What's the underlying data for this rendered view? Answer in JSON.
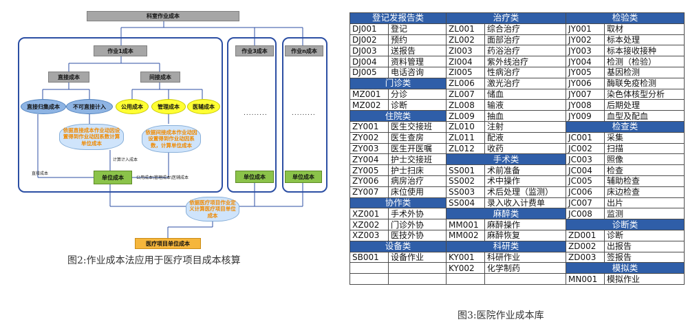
{
  "fig2": {
    "top_label": "科室作业成本",
    "job1": "作业1成本",
    "job3": "作业3成本",
    "jobn": "作业n成本",
    "direct": "直接成本",
    "indirect": "间接成本",
    "direct_alloc": "直接归集成本",
    "not_direct": "不可直接计入",
    "public": "公用成本",
    "manage": "管理成本",
    "aux": "医辅成本",
    "cloud_left": "依据直接成本作业动因设置得到作业动因系数计算单位成本",
    "cloud_right": "依据间接成本作业动因设置得到作业动因系数，计算单位成本",
    "cloud_bottom": "依据医疗项目作业定义计算医疗项目单位成本",
    "unit_cost": "单位成本",
    "note_calc": "计算计入成本",
    "note_direct": "直接成本",
    "note_shared": "公用成本\\管理成本\\医辅成本",
    "dots": ".........",
    "final": "医疗项目单位成本",
    "caption": "图2:作业成本法应用于医疗项目成本核算"
  },
  "fig3": {
    "caption": "图3:医院作业成本库",
    "rows": [
      [
        {
          "h": "登记发报告类"
        },
        {
          "h": "治疗类"
        },
        {
          "h": "检验类"
        }
      ],
      [
        {
          "c": "DJ001",
          "n": "登记"
        },
        {
          "c": "ZL001",
          "n": "综合治疗"
        },
        {
          "c": "JY001",
          "n": "取材"
        }
      ],
      [
        {
          "c": "DJ002",
          "n": "预约"
        },
        {
          "c": "ZL002",
          "n": "面部治疗"
        },
        {
          "c": "JY002",
          "n": "标本处理"
        }
      ],
      [
        {
          "c": "DJ003",
          "n": "送报告"
        },
        {
          "c": "ZI003",
          "n": "药浴治疗"
        },
        {
          "c": "JY003",
          "n": "标本接收接种"
        }
      ],
      [
        {
          "c": "DJ004",
          "n": "资料管理"
        },
        {
          "c": "ZI004",
          "n": "紫外线治疗"
        },
        {
          "c": "JY004",
          "n": "检测（检验）"
        }
      ],
      [
        {
          "c": "DJ005",
          "n": "电话咨询"
        },
        {
          "c": "ZI005",
          "n": "性病治疗"
        },
        {
          "c": "JY005",
          "n": "基因检测"
        }
      ],
      [
        {
          "h": "门诊类"
        },
        {
          "c": "ZL006",
          "n": "激光治疗"
        },
        {
          "c": "JY006",
          "n": "酶联免疫检测"
        }
      ],
      [
        {
          "c": "MZ001",
          "n": "分诊"
        },
        {
          "c": "ZL007",
          "n": "储血"
        },
        {
          "c": "JY007",
          "n": "染色体核型分析"
        }
      ],
      [
        {
          "c": "MZ002",
          "n": "诊断"
        },
        {
          "c": "ZL008",
          "n": "输液"
        },
        {
          "c": "JY008",
          "n": "后期处理"
        }
      ],
      [
        {
          "h": "住院类"
        },
        {
          "c": "ZL009",
          "n": "抽血"
        },
        {
          "c": "JY009",
          "n": "血型及配血"
        }
      ],
      [
        {
          "c": "ZY001",
          "n": "医生交接班"
        },
        {
          "c": "ZL010",
          "n": "注射"
        },
        {
          "h": "检查类"
        }
      ],
      [
        {
          "c": "ZY002",
          "n": "医生查房"
        },
        {
          "c": "ZL011",
          "n": "配液"
        },
        {
          "c": "JC001",
          "n": "采集"
        }
      ],
      [
        {
          "c": "ZY003",
          "n": "医生开医嘱"
        },
        {
          "c": "ZL012",
          "n": "收药"
        },
        {
          "c": "JC002",
          "n": "扫描"
        }
      ],
      [
        {
          "c": "ZY004",
          "n": "护士交接班"
        },
        {
          "h": "手术类"
        },
        {
          "c": "JC003",
          "n": "照像"
        }
      ],
      [
        {
          "c": "ZY005",
          "n": "护士扫床"
        },
        {
          "c": "SS001",
          "n": "术前准备"
        },
        {
          "c": "JC004",
          "n": "检查"
        }
      ],
      [
        {
          "c": "ZY006",
          "n": "病房治疗"
        },
        {
          "c": "SS002",
          "n": "术中操作"
        },
        {
          "c": "JC005",
          "n": "辅助检查"
        }
      ],
      [
        {
          "c": "ZY007",
          "n": "床位使用"
        },
        {
          "c": "SS003",
          "n": "术后处理（监测）"
        },
        {
          "c": "JC006",
          "n": "床边检查"
        }
      ],
      [
        {
          "h": "协作类"
        },
        {
          "c": "SS004",
          "n": "录入收入计费单"
        },
        {
          "c": "JC007",
          "n": "出片"
        }
      ],
      [
        {
          "c": "XZ001",
          "n": "手术外协"
        },
        {
          "h": "麻醉类"
        },
        {
          "c": "JC008",
          "n": "监测"
        }
      ],
      [
        {
          "c": "XZ002",
          "n": "门诊外协"
        },
        {
          "c": "MM001",
          "n": "麻醉操作"
        },
        {
          "h": "诊断类"
        }
      ],
      [
        {
          "c": "XZ003",
          "n": "医技外协"
        },
        {
          "c": "MM002",
          "n": "麻醉恢复"
        },
        {
          "c": "ZD001",
          "n": "诊断"
        }
      ],
      [
        {
          "h": "设备类"
        },
        {
          "h": "科研类"
        },
        {
          "c": "ZD002",
          "n": "出报告"
        }
      ],
      [
        {
          "c": "SB001",
          "n": "设备作业"
        },
        {
          "c": "KY001",
          "n": "科研作业"
        },
        {
          "c": "ZD003",
          "n": "签报告"
        }
      ],
      [
        {
          "c": "",
          "n": ""
        },
        {
          "c": "KY002",
          "n": "化学制药"
        },
        {
          "h": "模拟类"
        }
      ],
      [
        {
          "c": "",
          "n": ""
        },
        {
          "c": "",
          "n": ""
        },
        {
          "c": "MN001",
          "n": "模拟作业"
        }
      ]
    ]
  }
}
